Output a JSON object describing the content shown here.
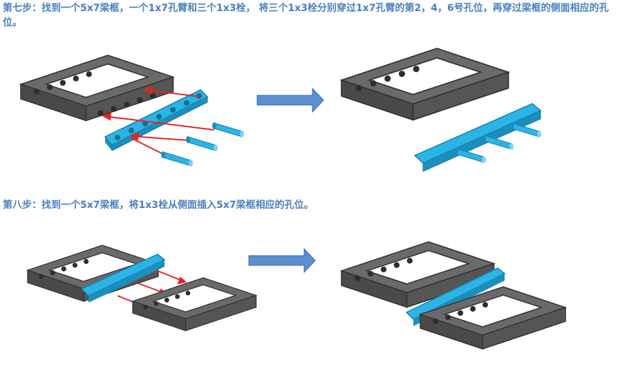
{
  "steps": [
    {
      "text": "第七步：找到一个5x7梁框，一个1x7孔臂和三个1x3栓， 将三个1x3栓分别穿过1x7孔臂的第2，4，6号孔位，再穿过梁框的侧面相应的孔位。"
    },
    {
      "text": "第八步：找到一个5x7梁框，将1x3栓从侧面插入5x7梁框相应的孔位。"
    }
  ],
  "colors": {
    "text": "#4a7fbf",
    "frame": "#5a5a5a",
    "frame_dark": "#3a3a3a",
    "beam": "#2bb4e6",
    "beam_dark": "#1a8fbd",
    "arrow_red": "#e8231f",
    "big_arrow": "#5b8fd0"
  },
  "icons": [
    "lego-frame-5x7",
    "lego-beam-1x7",
    "lego-pin-1x3",
    "right-arrow"
  ]
}
